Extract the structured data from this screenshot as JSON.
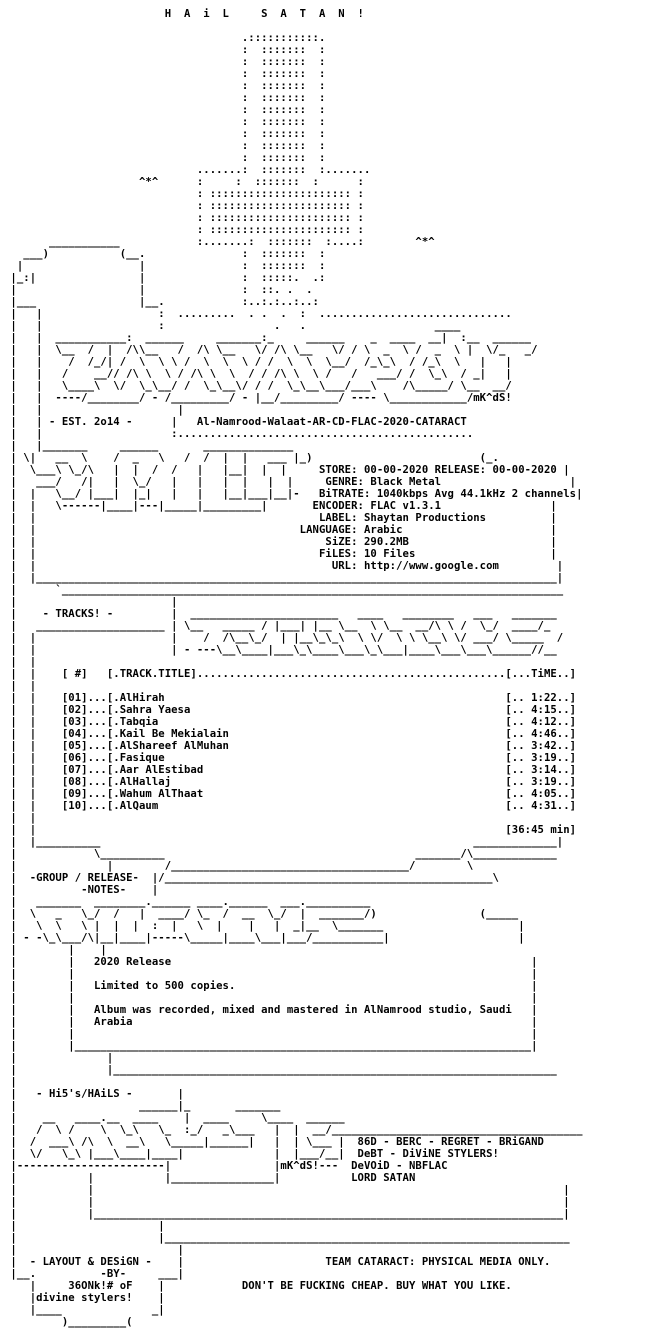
{
  "nfo_lines": [
    "                         H  A  i  L     S  A  T  A  N  !",
    "",
    "                                     .:::::::::::.",
    "                                     :  :::::::  :",
    "                                     :  :::::::  :",
    "                                     :  :::::::  :",
    "                                     :  :::::::  :",
    "                                     :  :::::::  :",
    "                                     :  :::::::  :",
    "                                     :  :::::::  :",
    "                                     :  :::::::  :",
    "                                     :  :::::::  :",
    "                                     :  :::::::  :",
    "                              .......:  :::::::  :.......",
    "                     ^*^      :     :  :::::::  :      :",
    "                              : :::::::::::::::::::::: :",
    "                              : :::::::::::::::::::::: :",
    "                              : :::::::::::::::::::::: :",
    "                              : :::::::::::::::::::::: :",
    "       ___________            :.......:  :::::::  :....:        ^*^",
    "   ___)           (__.               :  :::::::  :",
    "  |                  |               :  :::::::  :",
    " |_:|                |               :  :::::.  .:",
    " |                   |               :  ::. .  .",
    " |___                |__.            :..:.:..:..:",
    " |   |                  :  .........  . .  .  :  ..............................",
    " |   |                  :                 .   .                    ____",
    " |   |  ___________:  ______     _______:_     ______    _  ____  __|  :__  ______",
    " |   |  \\__  /  |  /\\\\__   /  /\\ \\__   \\/ /\\ \\__   \\/ / \\  _  \\ /  _  \\ |  \\/_   _/",
    " |   |    /  /_/| /  \\  \\ \\ /  \\  \\  \\ / /  \\  \\  \\__/  /_\\_\\  / /_\\  \\   |   |",
    " |   |   /    __// /\\ \\  \\ / /\\ \\  \\  / / /\\ \\  \\ /   /   ___/ /  \\_\\  / _|   |",
    " |   |   \\____\\  \\/  \\_\\__/ /  \\_\\__\\/ / /  \\_\\__\\___/___\\    /\\_____/ \\__  __/",
    " |   |  ----/________/ - /_________/ - |__/_________/ ---- \\____________/mK^dS!",
    " |   |                     |",
    " |   | - EST. 2o14 -      |   Al-Namrood-Walaat-AR-CD-FLAC-2020-CATARACT",
    " |   |                    :..............................................",
    " |   |_______     ______       ______________",
    " | \\|   __  \\    /  _   \\   /  /  |  |   ___ |_)                          (_.",
    " |  \\___\\ \\_/\\   |  |  /  /   |   |__|  |  |     STORE: 00-00-2020 RELEASE: 00-00-2020 |",
    " |   ___/   /|   |  \\_/   |   |   |  |   |  |     GENRE: Black Metal                    |",
    " |  |   \\__/ |___|  |_|   |   |   |__|___|__|-   BiTRATE: 1040kbps Avg 44.1kHz 2 channels|",
    " |  |   \\------|____|---|_____|_________|       ENCODER: FLAC v1.3.1                 |",
    " |  |                                            LABEL: Shaytan Productions          |",
    " |  |                                         LANGUAGE: Arabic                       |",
    " |  |                                             SiZE: 290.2MB                      |",
    " |  |                                            FiLES: 10 Files                     |",
    " |  |                                              URL: http://www.google.com         |",
    " |  |_________________________________________________________________________________|",
    " |      `______________________________________________________________________________",
    " |                        |",
    " |    - TRACKS! -         |  _______________________   ____   ________   ___   _______",
    " |   ____________________ | \\__   _____ / |___| |__ \\__  \\ \\__  __/\\ \\ /  \\_/  ____/_",
    " |  |                     |    /  /\\__\\_/  | |__\\_\\_\\  \\ \\/  \\ \\ \\__\\ \\/ ___/ \\_____  /",
    " |  |                     | - ---\\__\\____|___\\_\\____\\___\\_\\___|____\\___\\___\\______//__",
    " |  |",
    " |  |    [ #]   [.TRACK.TITLE]................................................[...TiME..]",
    " |  |",
    " |  |    [01]...[.AlHirah                                                     [.. 1:22..]",
    " |  |    [02]...[.Sahra Yaesa                                                 [.. 4:15..]",
    " |  |    [03]...[.Tabqia                                                      [.. 4:12..]",
    " |  |    [04]...[.Kail Be Mekialain                                           [.. 4:46..]",
    " |  |    [05]...[.AlShareef AlMuhan                                           [.. 3:42..]",
    " |  |    [06]...[.Fasique                                                     [.. 3:19..]",
    " |  |    [07]...[.Aar AlEstibad                                               [.. 3:14..]",
    " |  |    [08]...[.AlHallaj                                                    [.. 3:19..]",
    " |  |    [09]...[.Wahum AlThaat                                               [.. 4:05..]",
    " |  |    [10]...[.AlQaum                                                      [.. 4:31..]",
    " |  |",
    " |  |                                                                         [36:45 min]",
    " |  |__________                                                          _____________|",
    " |            \\__________                                       _______/\\_____________",
    " |              |        /_____________________________________/        \\",
    " |  -GROUP / RELEASE-  |/___________________________________________________\\",
    " |          -NOTES-    |",
    " |   _______  ________.______ ____.______  ___.__________",
    " |  \\   _   \\_/  /   |  ____/ \\_  /  __  \\_/  |  _______/)                (_____",
    " |   \\  \\   \\ |  |  |  :  |   \\  |    |   |  _|__  \\_______                     |",
    " | - -\\_\\___/\\|__|____|-----\\_____|____\\___|___/___________|                    |",
    " |        |    |",
    " |        |   2020 Release                                                        |",
    " |        |                                                                       |",
    " |        |   Limited to 500 copies.                                              |",
    " |        |                                                                       |",
    " |        |   Album was recorded, mixed and mastered in AlNamrood studio, Saudi   |",
    " |        |   Arabia                                                              |",
    " |        |                                                                       |",
    " |        |_______________________________________________________________________|",
    " |              |",
    " |              |_____________________________________________________________________",
    " |",
    " |   - Hi5's/HAiLS -       |",
    " |                   ______|_       _______",
    " |    __   ____.__  ____    |  ____     \\____  ______",
    " |   /  \\ /    \\  \\_\\   \\_  :_/   _\\___   |  |  __/_______________________________________",
    " |  /  ___\\ /\\  \\  __\\   \\_____|______|   |  | \\___ |  86D - BERC - REGRET - BRiGAND",
    " |  \\/   \\_\\ |___\\____|____|              |  |___/__|  DeBT - DiViNE STYLERS!",
    " |-----------------------|                |mK^dS!---  DeVOiD - NBFLAC",
    " |           |           |________________|           LORD SATAN",
    " |           |                                                                         |",
    " |           |                                                                         |",
    " |           |_________________________________________________________________________|",
    " |                      |",
    " |                      |_______________________________________________________________",
    " |                         |",
    " |  - LAYOUT & DESiGN -    |                      TEAM CATARACT: PHYSICAL MEDIA ONLY.",
    " |__.          -BY-     ___|",
    "    |     36ONk!# oF    |            DON'T BE FUCKING CHEAP. BUY WHAT YOU LIKE.",
    "    |divine stylers!    |",
    "    |____              _|",
    "         )_________(",
    ""
  ]
}
